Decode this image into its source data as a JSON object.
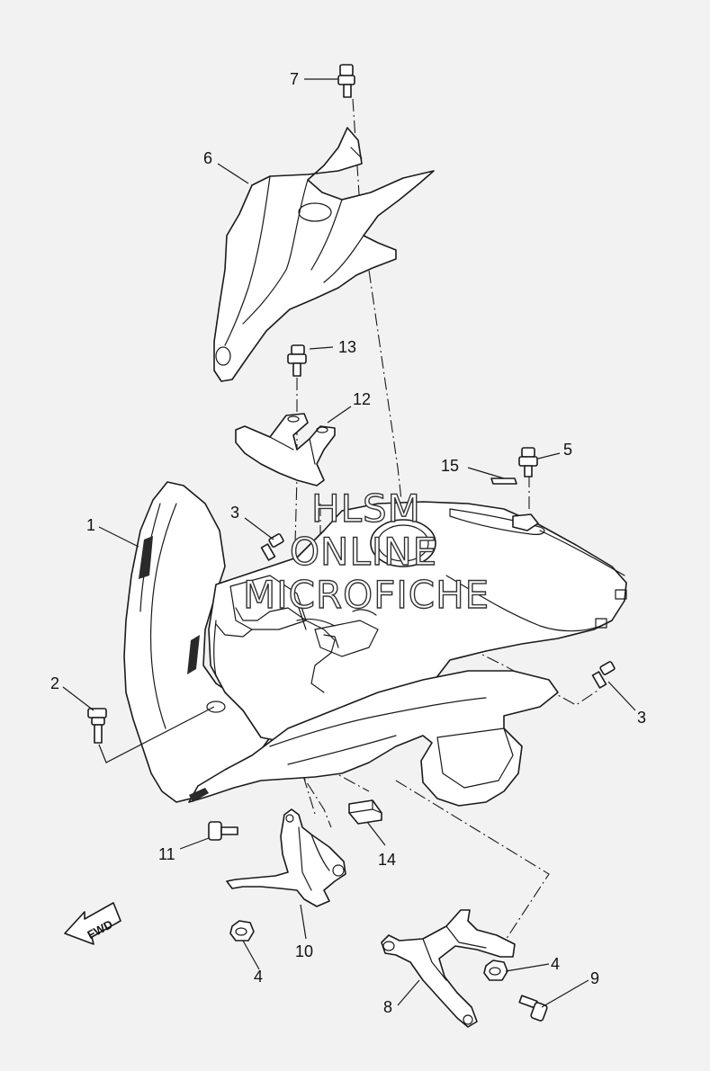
{
  "callouts": [
    {
      "id": "1",
      "label": "1"
    },
    {
      "id": "2",
      "label": "2"
    },
    {
      "id": "3a",
      "label": "3"
    },
    {
      "id": "3b",
      "label": "3"
    },
    {
      "id": "4a",
      "label": "4"
    },
    {
      "id": "4b",
      "label": "4"
    },
    {
      "id": "5",
      "label": "5"
    },
    {
      "id": "6",
      "label": "6"
    },
    {
      "id": "7",
      "label": "7"
    },
    {
      "id": "8",
      "label": "8"
    },
    {
      "id": "9",
      "label": "9"
    },
    {
      "id": "10",
      "label": "10"
    },
    {
      "id": "11",
      "label": "11"
    },
    {
      "id": "12",
      "label": "12"
    },
    {
      "id": "13",
      "label": "13"
    },
    {
      "id": "14",
      "label": "14"
    },
    {
      "id": "15",
      "label": "15"
    }
  ],
  "watermark": {
    "line1": "HLSM",
    "line2": "ONLINE",
    "line3": "MICROFICHE"
  },
  "direction_arrow": {
    "label": "FWD",
    "icon": "fwd-arrow-icon"
  },
  "colors": {
    "background": "#f2f2f2",
    "line": "#1a1a1a",
    "part_fill": "#ffffff"
  }
}
